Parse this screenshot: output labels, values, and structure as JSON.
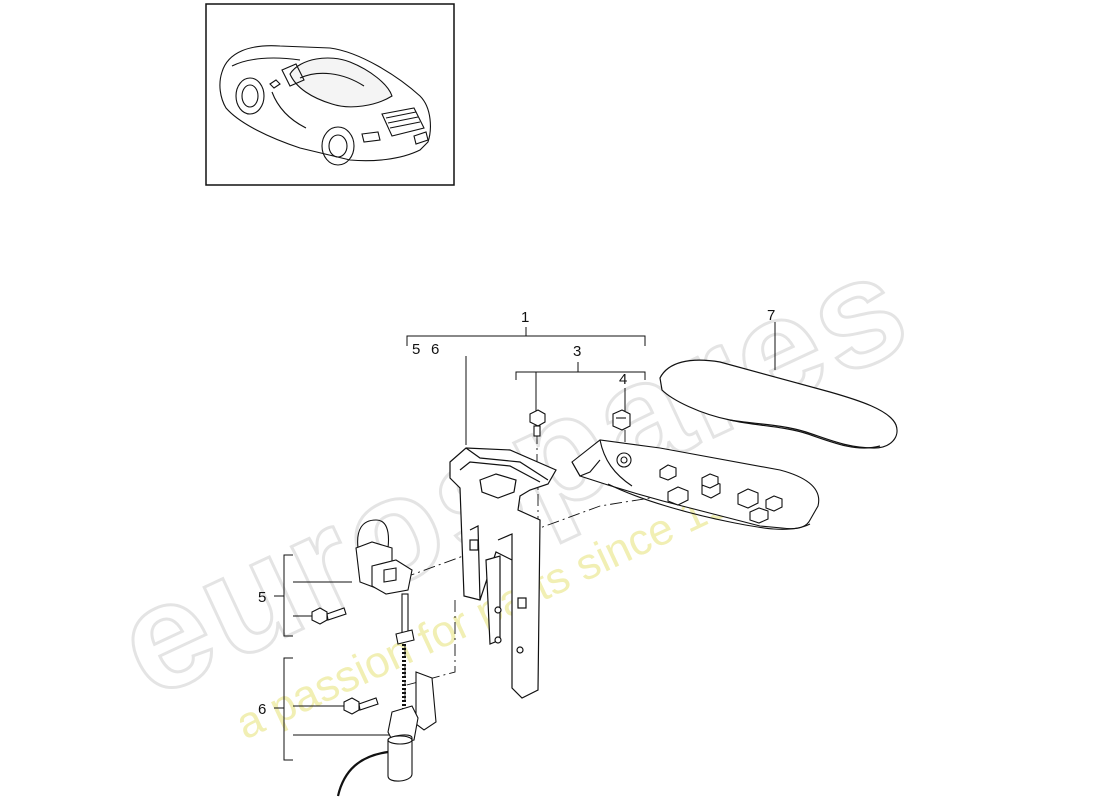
{
  "watermark": {
    "brand": "eurospares",
    "tagline": "a passion for parts since 1985"
  },
  "callouts": {
    "c1": "1",
    "c3": "3",
    "c4": "4",
    "c5_top": "5",
    "c6_top": "6",
    "c7": "7",
    "c5_side": "5",
    "c6_side": "6"
  },
  "thumbnail": {
    "icon": "convertible-car-icon"
  },
  "colors": {
    "line": "#111111",
    "watermark_text": "#e4e4e4",
    "watermark_tagline": "#f1efb4"
  }
}
